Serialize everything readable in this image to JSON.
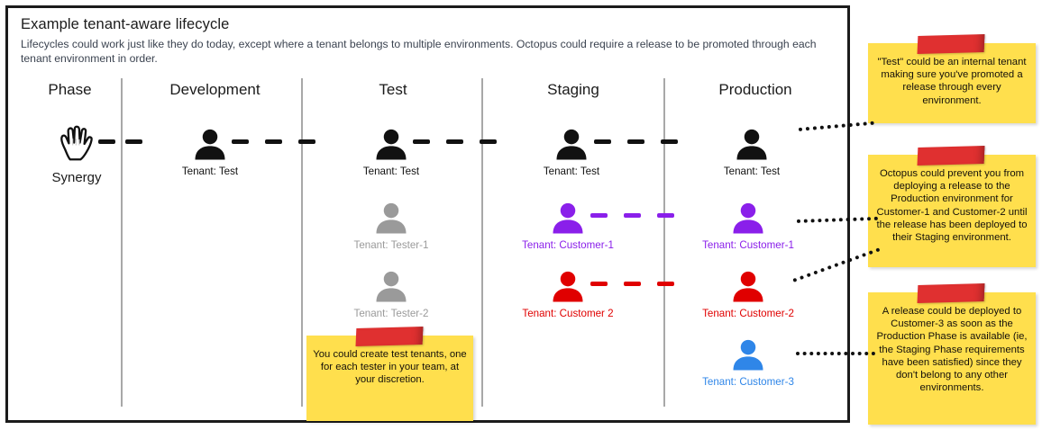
{
  "header": {
    "title": "Example tenant-aware lifecycle",
    "subtitle": "Lifecycles could work just like they do today, except where a tenant belongs to multiple environments. Octopus could require a release to be promoted through each tenant environment in order."
  },
  "colors": {
    "black": "#111111",
    "grey": "#9a9a9a",
    "purple": "#8a1fea",
    "red": "#e00000",
    "blue": "#2f86e8",
    "sticky": "#ffdf4d",
    "tape": "#e03030",
    "divider": "#a8a8a8",
    "frame": "#1b1b1b"
  },
  "phases": [
    {
      "label": "Phase"
    },
    {
      "label": "Development"
    },
    {
      "label": "Test"
    },
    {
      "label": "Staging"
    },
    {
      "label": "Production"
    }
  ],
  "synergy": {
    "icon": "hand-icon",
    "label": "Synergy"
  },
  "tenants": {
    "development": [
      {
        "icon": "person-icon",
        "label": "Tenant: Test",
        "color": "#111111"
      }
    ],
    "test": [
      {
        "icon": "person-icon",
        "label": "Tenant: Test",
        "color": "#111111"
      },
      {
        "icon": "person-icon",
        "label": "Tenant: Tester-1",
        "color": "#9a9a9a"
      },
      {
        "icon": "person-icon",
        "label": "Tenant: Tester-2",
        "color": "#9a9a9a"
      }
    ],
    "staging": [
      {
        "icon": "person-icon",
        "label": "Tenant: Test",
        "color": "#111111"
      },
      {
        "icon": "person-icon",
        "label": "Tenant: Customer-1",
        "color": "#8a1fea"
      },
      {
        "icon": "person-icon",
        "label": "Tenant: Customer 2",
        "color": "#e00000"
      }
    ],
    "production": [
      {
        "icon": "person-icon",
        "label": "Tenant: Test",
        "color": "#111111"
      },
      {
        "icon": "person-icon",
        "label": "Tenant: Customer-1",
        "color": "#8a1fea"
      },
      {
        "icon": "person-icon",
        "label": "Tenant: Customer-2",
        "color": "#e00000"
      },
      {
        "icon": "person-icon",
        "label": "Tenant: Customer-3",
        "color": "#2f86e8"
      }
    ]
  },
  "notes": {
    "test_note": "You could create test tenants, one for each tester in your team, at your discretion.",
    "note_1": "\"Test\" could be an internal tenant making sure you've promoted a release through every environment.",
    "note_2": "Octopus could prevent you from deploying a release to the Production environment for Customer-1 and Customer-2 until the release has been deployed to their Staging environment.",
    "note_3": "A release could be deployed to Customer-3 as soon as the Production Phase is available (ie, the Staging Phase requirements have been satisfied) since they don't belong to any other environments."
  }
}
